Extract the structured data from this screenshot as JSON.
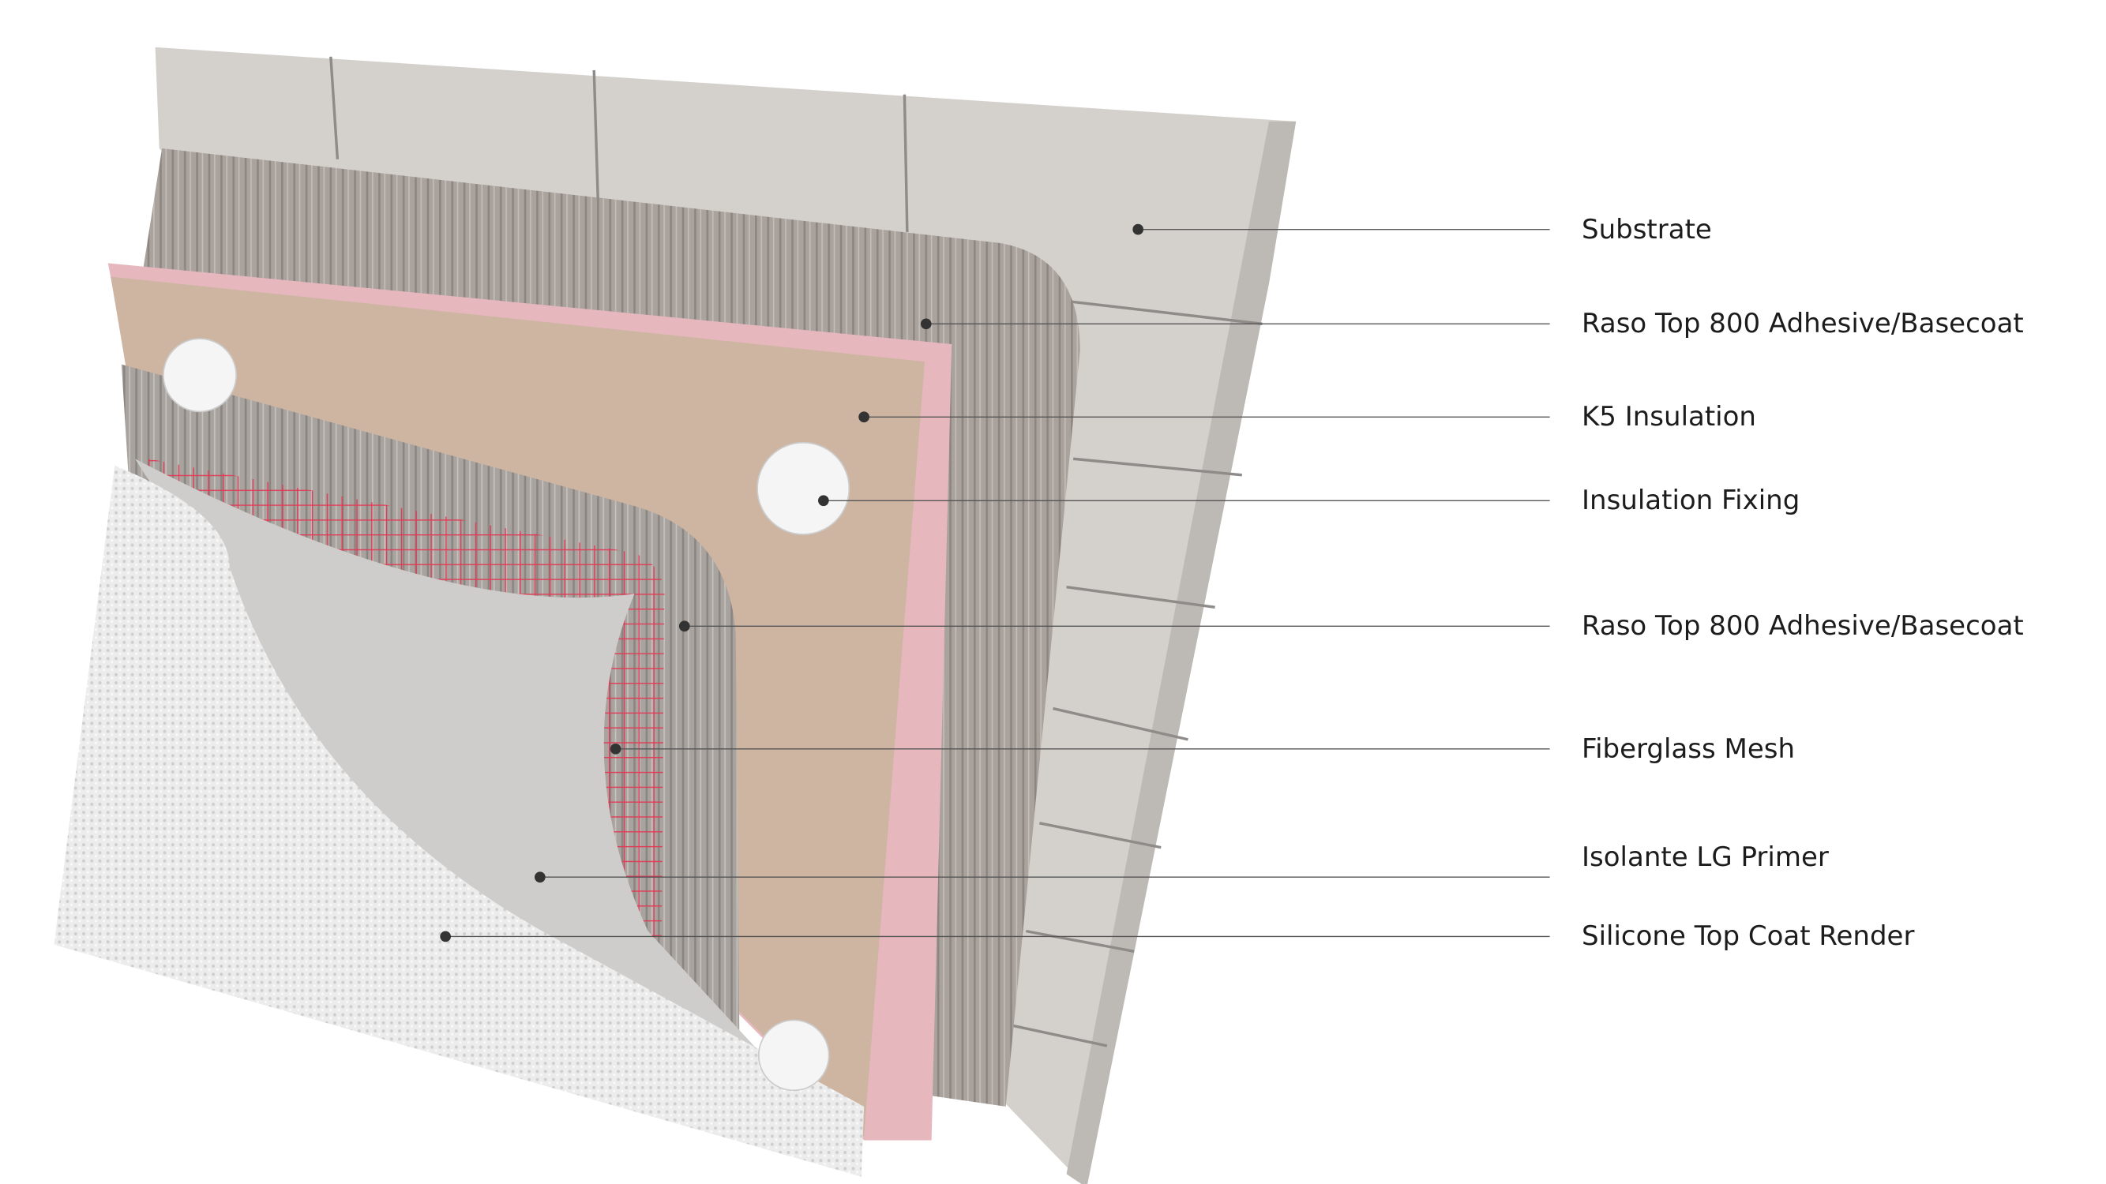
{
  "diagram": {
    "layers": [
      {
        "label": "Substrate",
        "color": "#d4d1cd"
      },
      {
        "label": "Raso Top 800 Adhesive/Basecoat",
        "color": "#aba39d"
      },
      {
        "label": "K5 Insulation",
        "color": "#cdb5a2"
      },
      {
        "label": "Insulation Fixing",
        "color": "#f4f4f4"
      },
      {
        "label": "Raso Top 800 Adhesive/Basecoat",
        "color": "#a8a29d"
      },
      {
        "label": "Fiberglass Mesh",
        "color": "#e23a56"
      },
      {
        "label": "Isolante LG Primer",
        "color": "#cfcdcb"
      },
      {
        "label": "Silicone Top Coat Render",
        "color": "#ececec"
      }
    ]
  }
}
